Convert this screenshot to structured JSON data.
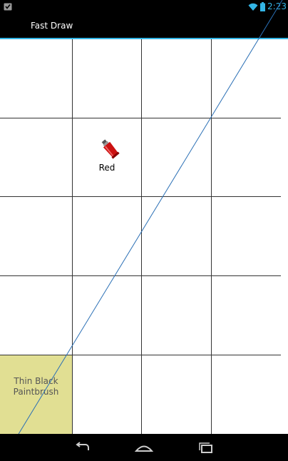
{
  "status_bar": {
    "time": "2:23",
    "icons": [
      "notification-check-icon",
      "wifi-icon",
      "battery-icon"
    ],
    "accent_color": "#33b5e5"
  },
  "action_bar": {
    "title": "Fast Draw"
  },
  "palette": {
    "color_cell": {
      "label": "Red",
      "icon": "paint-tube-icon",
      "color": "#cc1111"
    },
    "brush_cell": {
      "label": "Thin Black Paintbrush",
      "background": "#e1df93"
    }
  },
  "nav_bar": {
    "buttons": [
      "back-icon",
      "home-icon",
      "recent-apps-icon"
    ]
  },
  "colors": {
    "grid_line": "#333333",
    "drawn_line": "#2a6fb5",
    "background": "#ffffff"
  }
}
